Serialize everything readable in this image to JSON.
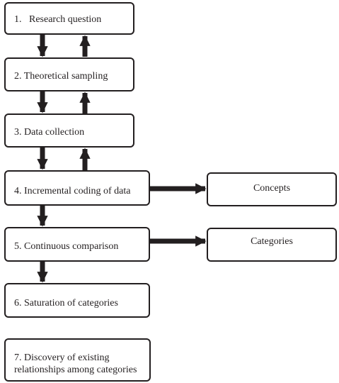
{
  "steps": [
    {
      "label": "1.   Research question"
    },
    {
      "label": "2. Theoretical sampling"
    },
    {
      "label": "3. Data collection"
    },
    {
      "label": "4. Incremental coding of data"
    },
    {
      "label": "5. Continuous comparison"
    },
    {
      "label": "6. Saturation of categories"
    },
    {
      "label_line1": "7. Discovery of existing",
      "label_line2": "relationships among categories"
    }
  ],
  "outputs": [
    {
      "label": "Concepts"
    },
    {
      "label": "Categories"
    }
  ],
  "colors": {
    "stroke": "#231f20",
    "background": "#ffffff"
  }
}
